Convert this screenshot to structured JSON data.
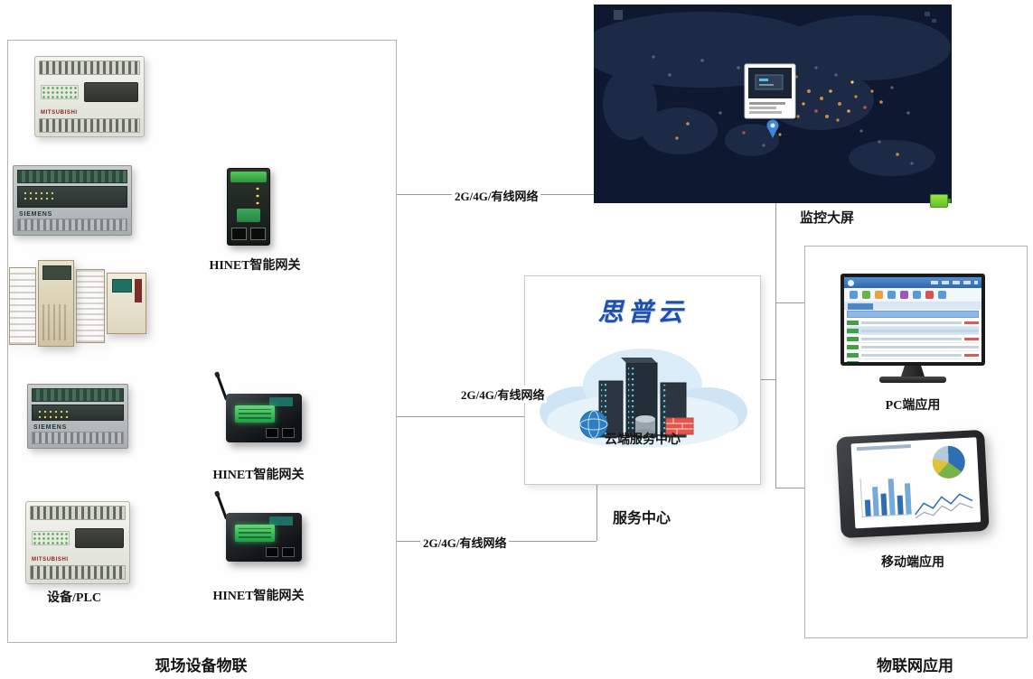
{
  "diagram": {
    "left_panel": {
      "title": "现场设备物联",
      "devices_caption": "设备/PLC",
      "brands": {
        "mitsubishi": "MITSUBISHI",
        "siemens": "SIEMENS"
      },
      "gateways": [
        {
          "label": "HINET智能网关"
        },
        {
          "label": "HINET智能网关"
        },
        {
          "label": "HINET智能网关"
        }
      ]
    },
    "links": [
      {
        "label": "2G/4G/有线网络"
      },
      {
        "label": "2G/4G/有线网络"
      },
      {
        "label": "2G/4G/有线网络"
      }
    ],
    "service": {
      "brand": "思普云",
      "cloud_caption": "云端服务中心",
      "title": "服务中心"
    },
    "monitor_wall": {
      "caption": "监控大屏"
    },
    "right_panel": {
      "title": "物联网应用",
      "pc_caption": "PC端应用",
      "mobile_caption": "移动端应用"
    },
    "colors": {
      "accent_blue": "#1d4fae",
      "gateway_green": "#3dbb4e",
      "map_background": "#0e1830",
      "connector_line": "#9b9b9b",
      "status_green": "#43a047"
    }
  }
}
